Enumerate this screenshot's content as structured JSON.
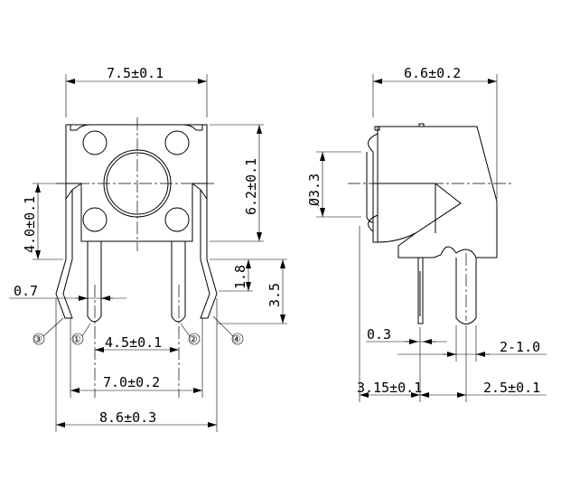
{
  "front_view": {
    "width": "7.5±0.1",
    "height": "6.2±0.1",
    "center_height": "4.0±0.1",
    "lead_bend": "1.8",
    "lead_length": "3.5",
    "lead_thickness": "0.7",
    "pin_pitch": "4.5±0.1",
    "outer_pin_span": "7.0±0.2",
    "overall_span": "8.6±0.3",
    "pin_labels": [
      "③",
      "①",
      "②",
      "④"
    ]
  },
  "side_view": {
    "depth": "6.6±0.2",
    "actuator_diameter": "Ø3.3",
    "pin_thickness": "0.3",
    "post_diameter": "2-1.0",
    "pin_offset": "3.15±0.1",
    "post_offset": "2.5±0.1"
  }
}
